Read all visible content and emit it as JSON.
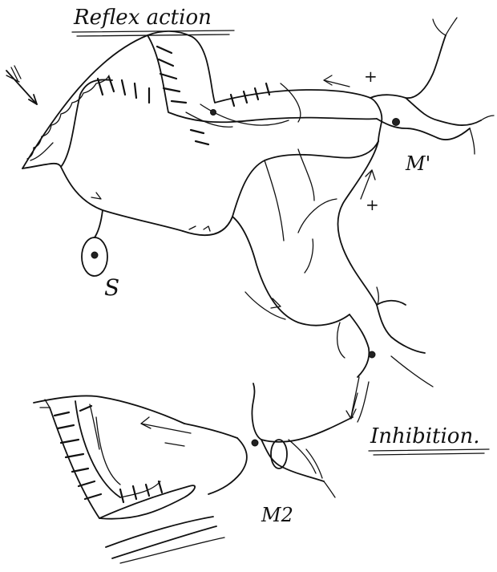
{
  "labels": {
    "title": "Reflex action",
    "inhibition": "Inhibition.",
    "cell_m1": "M'",
    "cell_s": "S",
    "cell_m2": "M2",
    "plus_a": "+",
    "plus_b": "+"
  }
}
